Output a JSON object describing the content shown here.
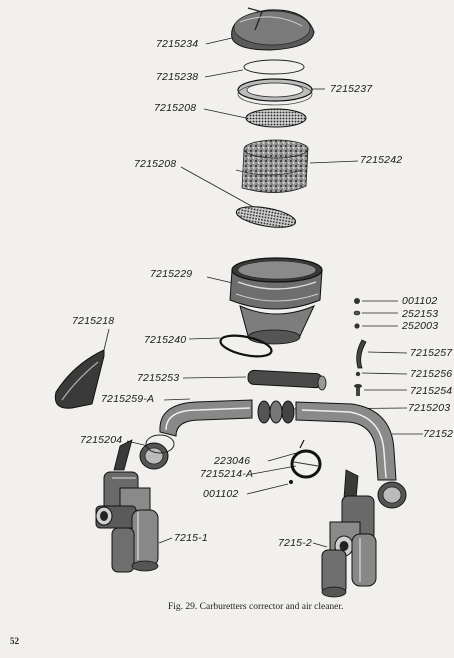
{
  "caption": "Fig. 29. Carburetters corrector and air cleaner.",
  "page_number": "52",
  "labels": [
    "7215234",
    "7215238",
    "7215237",
    "7215208",
    "7215208",
    "7215242",
    "7215229",
    "001102",
    "252153",
    "252003",
    "7215218",
    "7215240",
    "7215257",
    "7215256",
    "7215253",
    "7215254",
    "7215259-A",
    "7215203",
    "7215204",
    "72152",
    "223046",
    "7215214-A",
    "001102",
    "7215-1",
    "7215-2"
  ]
}
